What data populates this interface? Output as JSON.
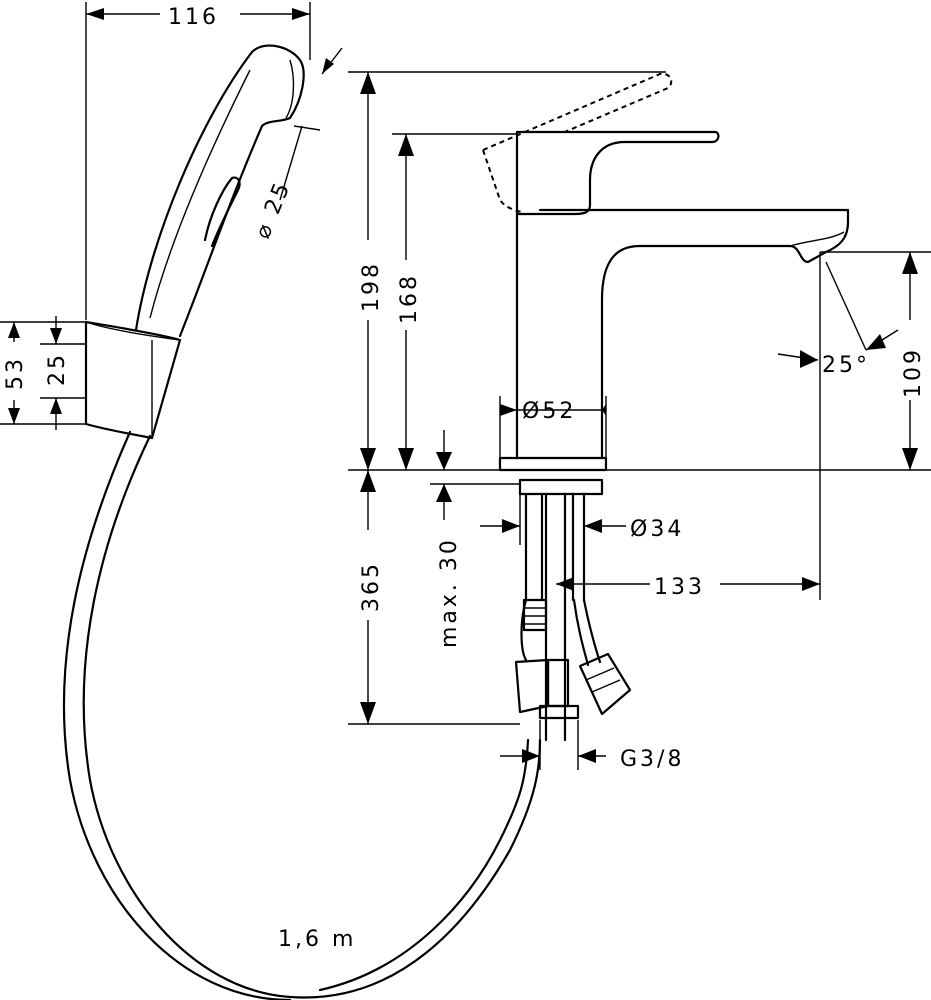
{
  "dimensions": {
    "hand_shower_width": "116",
    "hand_shower_diameter": "⌀ 25",
    "holder_height": "53",
    "holder_inner": "25",
    "spout_total_height": "198",
    "spout_height": "168",
    "outlet_height": "109",
    "spout_angle": "25°",
    "base_diameter": "Ø52",
    "under_length": "365",
    "max_thickness": "max. 30",
    "shank_diameter": "Ø34",
    "spout_reach": "133",
    "connection_thread": "G3/8",
    "hose_length": "1,6 m"
  }
}
